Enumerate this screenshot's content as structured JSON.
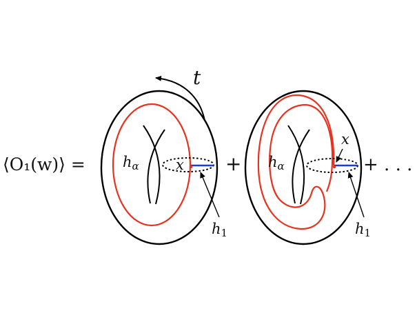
{
  "equation": {
    "lhs": "⟨O₁(w)⟩ =",
    "plus": "+",
    "tail": "+ . . ."
  },
  "labels": {
    "t": "t",
    "h_alpha_base": "h",
    "h_alpha_sub": "α",
    "x_left": "x",
    "x_right": "x",
    "h1_left_base": "h",
    "h1_left_sub": "1",
    "h1_right_base": "h",
    "h1_right_sub": "1"
  },
  "colors": {
    "outline": "#000000",
    "red_curve": "#e8321e",
    "blue_segment": "#1d3bd6",
    "point": "#e8321e"
  }
}
